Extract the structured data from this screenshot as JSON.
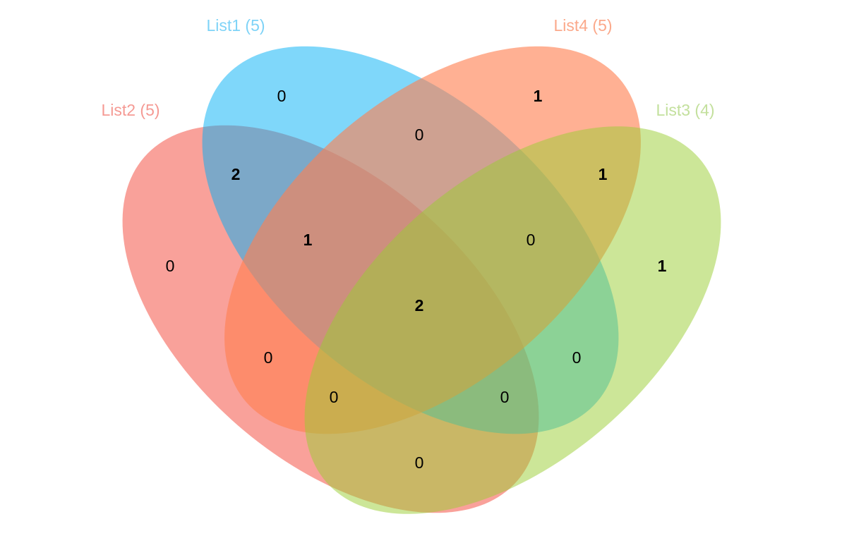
{
  "chart_data": {
    "type": "venn",
    "sets": [
      {
        "key": "list1",
        "label": "List1 (5)",
        "name": "List1",
        "size": 5,
        "color": "#00b0f6"
      },
      {
        "key": "list2",
        "label": "List2 (5)",
        "name": "List2",
        "size": 5,
        "color": "#f44336"
      },
      {
        "key": "list3",
        "label": "List3 (4)",
        "name": "List3",
        "size": 4,
        "color": "#9acd32"
      },
      {
        "key": "list4",
        "label": "List4 (5)",
        "name": "List4",
        "size": 5,
        "color": "#ff7f50"
      }
    ],
    "label_colors": {
      "list1": "#7fd3f7",
      "list2": "#f59a94",
      "list3": "#c3e09d",
      "list4": "#fba98b"
    },
    "regions": [
      {
        "sets": [
          "List1"
        ],
        "count": 0
      },
      {
        "sets": [
          "List4"
        ],
        "count": 1
      },
      {
        "sets": [
          "List1",
          "List4"
        ],
        "count": 0
      },
      {
        "sets": [
          "List1",
          "List2"
        ],
        "count": 2
      },
      {
        "sets": [
          "List3",
          "List4"
        ],
        "count": 1
      },
      {
        "sets": [
          "List1",
          "List2",
          "List4"
        ],
        "count": 1
      },
      {
        "sets": [
          "List1",
          "List3",
          "List4"
        ],
        "count": 0
      },
      {
        "sets": [
          "List2"
        ],
        "count": 0
      },
      {
        "sets": [
          "List3"
        ],
        "count": 1
      },
      {
        "sets": [
          "List1",
          "List2",
          "List3",
          "List4"
        ],
        "count": 2
      },
      {
        "sets": [
          "List2",
          "List4"
        ],
        "count": 0
      },
      {
        "sets": [
          "List1",
          "List3"
        ],
        "count": 0
      },
      {
        "sets": [
          "List2",
          "List3",
          "List4"
        ],
        "count": 0
      },
      {
        "sets": [
          "List1",
          "List2",
          "List3"
        ],
        "count": 0
      },
      {
        "sets": [
          "List2",
          "List3"
        ],
        "count": 0
      }
    ]
  }
}
